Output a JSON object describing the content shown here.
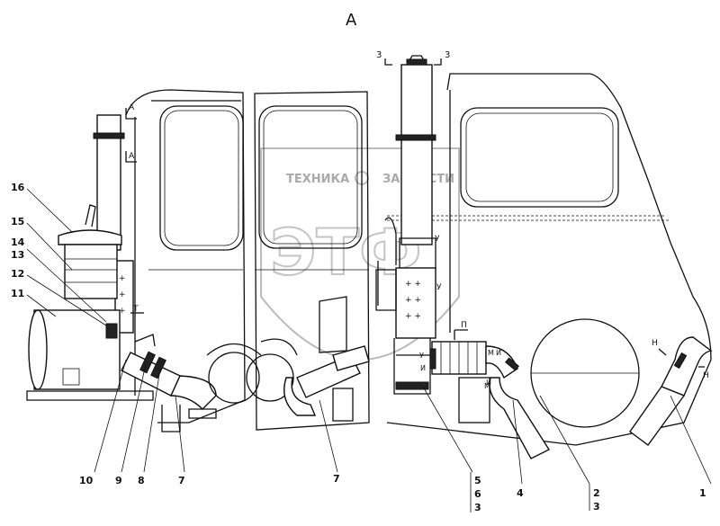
{
  "view_label": "А",
  "section_marks": {
    "a_top": "А",
    "a_bottom": "А",
    "three_left": "3",
    "three_right": "3",
    "t": "Т",
    "p": "П",
    "u_top": "У",
    "u_bottom": "У",
    "m_upper": "М",
    "m_lower": "М",
    "i_upper": "И",
    "i_lower": "И",
    "n_left": "Н",
    "n_right": "Н"
  },
  "watermark": {
    "left_word": "ТЕХНИКА",
    "right_word": "ЗАПЧАСТИ",
    "logo": "ЭТФ"
  },
  "callouts": {
    "c16": "16",
    "c15": "15",
    "c14": "14",
    "c13": "13",
    "c12": "12",
    "c11": "11",
    "c10": "10",
    "c9": "9",
    "c8": "8",
    "c7a": "7",
    "c7b": "7",
    "c5": "5",
    "c6": "6",
    "c3a": "3",
    "c4": "4",
    "c2": "2",
    "c3b": "3",
    "c1": "1"
  }
}
